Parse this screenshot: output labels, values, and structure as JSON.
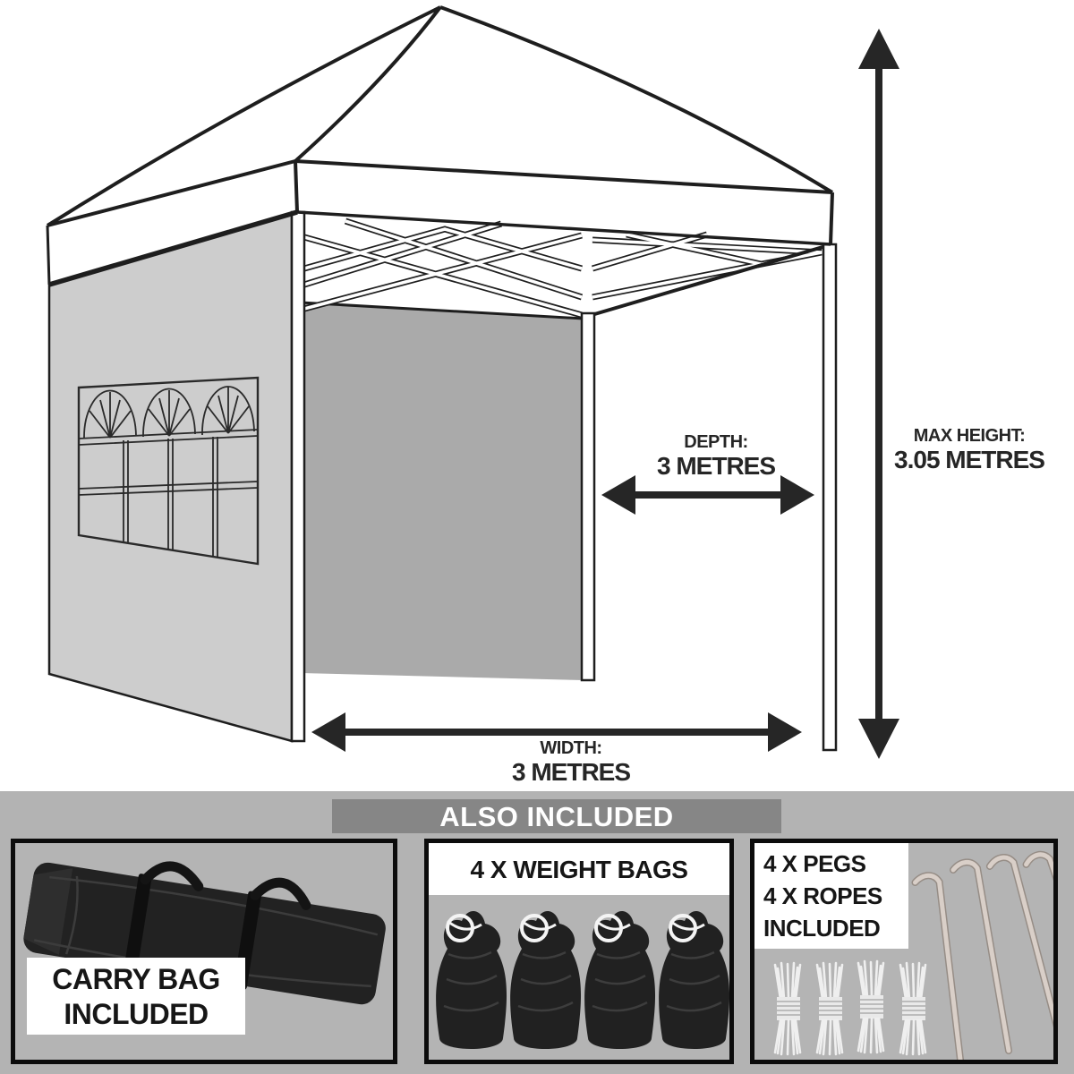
{
  "dimensions": {
    "depth": {
      "label": "DEPTH:",
      "value": "3 METRES"
    },
    "max_height": {
      "label": "MAX HEIGHT:",
      "value": "3.05 METRES"
    },
    "width": {
      "label": "WIDTH:",
      "value": "3 METRES"
    }
  },
  "also_included": {
    "title": "ALSO INCLUDED",
    "carry_bag": {
      "line1": "CARRY BAG",
      "line2": "INCLUDED"
    },
    "weight_bags": {
      "title": "4 X WEIGHT BAGS",
      "count": 4
    },
    "pegs_ropes": {
      "line1": "4 X PEGS",
      "line2": "4 X ROPES",
      "line3": "INCLUDED",
      "peg_count": 4,
      "rope_count": 4
    }
  },
  "colors": {
    "background": "#ffffff",
    "side_wall": "#cdcdcd",
    "back_wall": "#aaaaaa",
    "outline": "#1e1e1e",
    "arrow": "#262626",
    "text": "#262626",
    "section_background": "#b3b3b3",
    "title_bar_background": "#868686",
    "title_bar_text": "#ffffff",
    "panel_border": "#0c0c0c",
    "bag_black": "#212121",
    "rope_white": "#efefef",
    "peg_metal": "#d9cfc8"
  }
}
